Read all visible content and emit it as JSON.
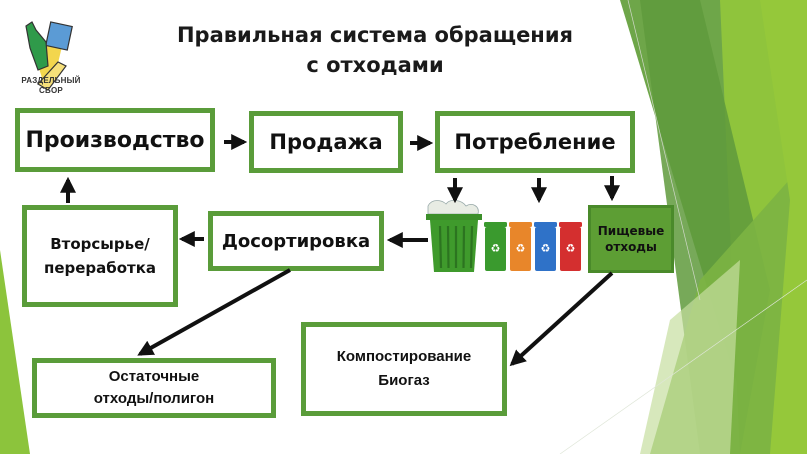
{
  "title": {
    "line1": "Правильная система обращения",
    "line2": "с отходами"
  },
  "logo": {
    "line1": "РАЗДЕЛЬНЫЙ",
    "line2": "СБОР"
  },
  "colors": {
    "box_border": "#5a9c3a",
    "food_box_fill": "#5d9e34",
    "bins": [
      "#3a9a2e",
      "#e8862a",
      "#2f72c8",
      "#d42f2f"
    ]
  },
  "nodes": {
    "production": "Производство",
    "sale": "Продажа",
    "consumption": "Потребление",
    "recycling": [
      "Вторсырье/",
      "переработка"
    ],
    "sorting": "Досортировка",
    "food_waste": [
      "Пищевые",
      "отходы"
    ],
    "residual": [
      "Остаточные",
      "отходы/полигон"
    ],
    "composting": [
      "Компостирование",
      "Биогаз"
    ]
  },
  "icons": {
    "mixed_bin": "trash-bin-icon",
    "sorted_bins": [
      "green-recycle-bin-icon",
      "orange-recycle-bin-icon",
      "blue-recycle-bin-icon",
      "red-recycle-bin-icon"
    ]
  }
}
